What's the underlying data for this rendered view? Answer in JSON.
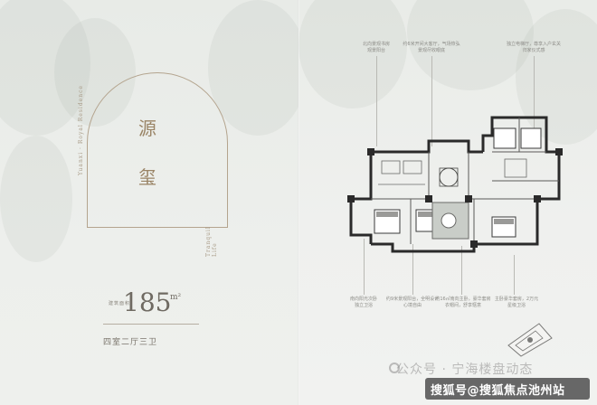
{
  "left_page": {
    "title_char_1": "源",
    "title_char_2": "玺",
    "vertical_text_top": "Yuanxi · Royal Residence",
    "vertical_text_bottom": "Tranquil Life",
    "area_value": "185",
    "area_unit": "m²",
    "area_prefix": "建筑面积",
    "layout": "四室二厅三卫"
  },
  "right_page": {
    "notes": [
      "北向景观书房\n观景阳台",
      "约6米开间大客厅，气场恢弘\n景观尽收眼底",
      "独立电梯厅，尊享入户玄关\n归家仪式感",
      "南向阳光次卧\n独立卫浴",
      "约9米景观阳台，全明设计\n心境自由",
      "约16㎡南向主卧，豪华套房\n衣帽间，舒享惬意",
      "主卧豪华套房，2万元\n星级卫浴"
    ]
  },
  "watermark": {
    "faint": "公众号 · 宁海楼盘动态",
    "main": "搜狐号@搜狐焦点池州站"
  },
  "colors": {
    "background": "#eceeeb",
    "arch_stroke": "#b4a48e",
    "title": "#9a8466",
    "wall": "#2a2a2a"
  }
}
